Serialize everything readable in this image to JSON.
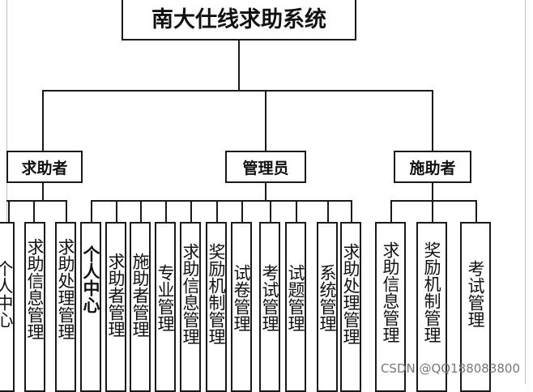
{
  "root": {
    "label": "南大仕线求助系统"
  },
  "roles": [
    {
      "id": "seeker",
      "label": "求助者"
    },
    {
      "id": "admin",
      "label": "管理员"
    },
    {
      "id": "helper",
      "label": "施助者"
    }
  ],
  "modules": {
    "seeker": [
      "个人中心",
      "求助信息管理",
      "求助处理管理"
    ],
    "admin": [
      "个人中心",
      "求助者管理",
      "施助者管理",
      "专业管理",
      "求助信息管理",
      "奖励机制管理",
      "试卷管理",
      "考试管理",
      "试题管理",
      "系统管理",
      "求助处理管理"
    ],
    "helper": [
      "求助信息管理",
      "奖励机制管理",
      "考试管理"
    ]
  },
  "watermark": "CSDN @QQ188083800"
}
